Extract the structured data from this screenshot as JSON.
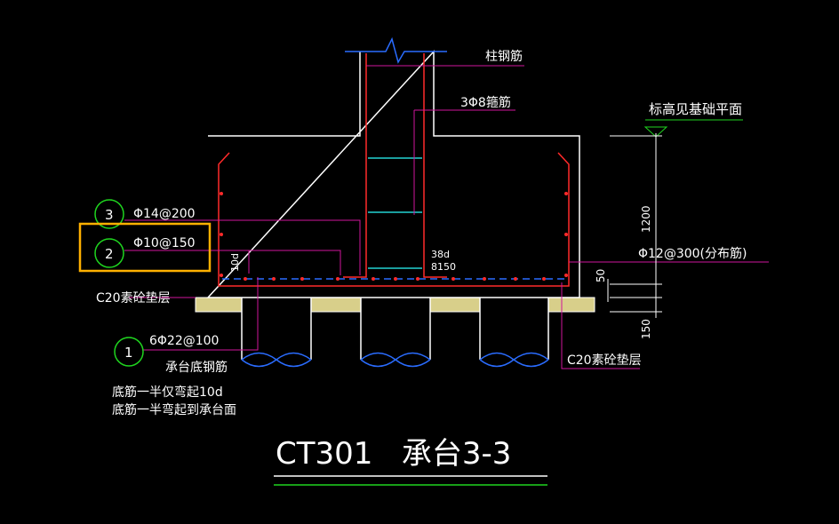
{
  "labels": {
    "column_rebar": "柱钢筋",
    "stirrup": "3Φ8箍筋",
    "elevation_note": "标高见基础平面",
    "dim_1200": "1200",
    "dim_50": "50",
    "dim_150": "150",
    "callout_3": {
      "num": "3",
      "text": "Φ14@200"
    },
    "callout_2": {
      "num": "2",
      "text": "Φ10@150"
    },
    "callout_1": {
      "num": "1",
      "text": "6Φ22@100"
    },
    "anchor_10d": "10d",
    "anchor_38d": "38d",
    "anchor_s150": "8150",
    "distribution_bar": "Φ12@300(分布筋)",
    "cushion_left": "C20素砼垫层",
    "cushion_right": "C20素砼垫层",
    "bottom_bar_title": "承台底钢筋",
    "bottom_bar_note1": "底筋一半仅弯起10d",
    "bottom_bar_note2": "底筋一半弯起到承台面",
    "drawing_title": "CT301   承台3-3"
  },
  "colors": {
    "background": "#000000",
    "outline": "#ffffff",
    "rebar": "#ff2a2a",
    "magenta": "#d1169b",
    "cyan": "#22d3d3",
    "green": "#1fd41f",
    "blue": "#2a6cff",
    "concrete": "#e8e0a0",
    "highlight": "#ffb000"
  }
}
